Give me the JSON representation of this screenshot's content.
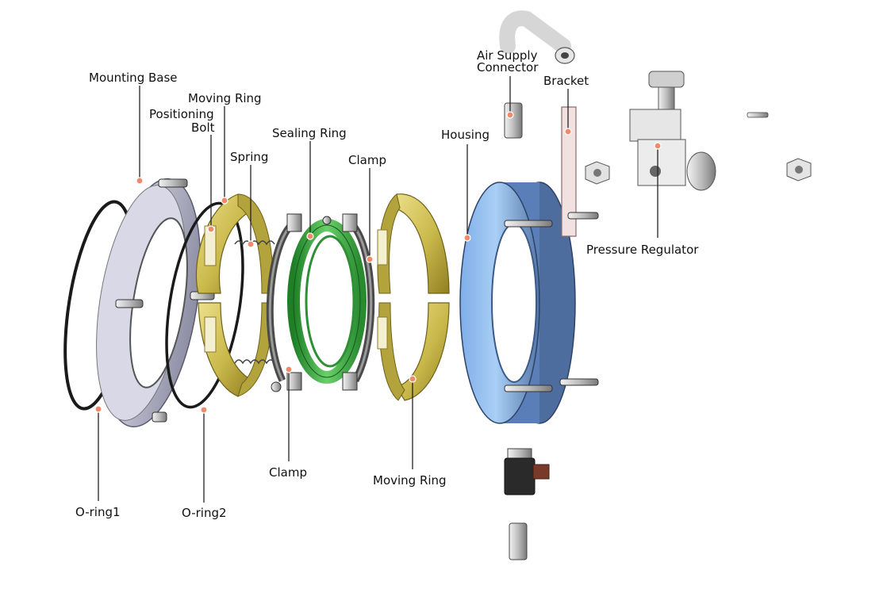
{
  "labels": {
    "mounting_base": "Mounting Base",
    "moving_ring_top": "Moving Ring",
    "positioning_bolt_1": "Positioning",
    "positioning_bolt_2": "Bolt",
    "spring": "Spring",
    "sealing_ring": "Sealing Ring",
    "clamp_top": "Clamp",
    "housing": "Housing",
    "air_supply_1": "Air Supply",
    "air_supply_2": "Connector",
    "bracket": "Bracket",
    "pressure_regulator": "Pressure Regulator",
    "clamp_bottom": "Clamp",
    "moving_ring_bottom": "Moving Ring",
    "o_ring_1": "O-ring1",
    "o_ring_2": "O-ring2"
  },
  "colors": {
    "o_ring": "#1a1a1a",
    "mounting_base": "#b9b9cc",
    "moving_ring": "#c9b84a",
    "sealing_ring": "#35a13a",
    "clamp": "#5e5e5e",
    "housing": "#6f95cc",
    "bracket": "#f1dede",
    "regulator": "#d4d4d4",
    "callout_dot": "#f08a6a"
  }
}
